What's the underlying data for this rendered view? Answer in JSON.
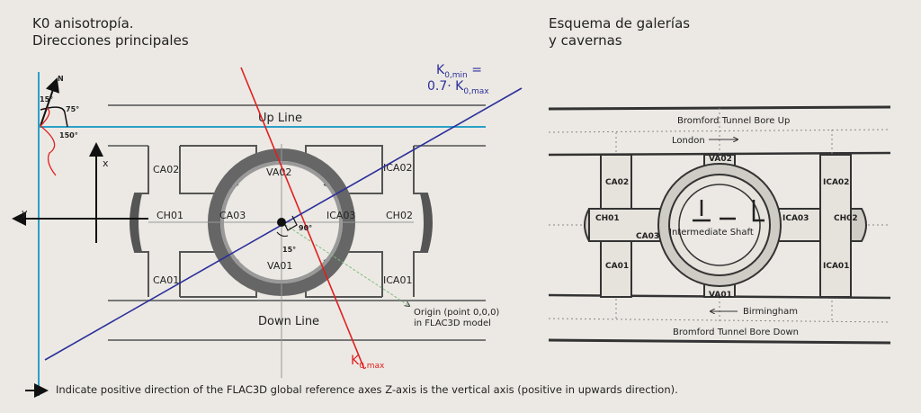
{
  "left_panel": {
    "title_line1": "K0 anisotropía.",
    "title_line2": "Direcciones principales",
    "compass": {
      "north": "N",
      "angle_15": "15°",
      "angle_75": "75°",
      "angle_150": "150°"
    },
    "axes": {
      "x": "x",
      "y": "y"
    },
    "labels": {
      "up_line": "Up Line",
      "down_line": "Down Line",
      "ca02": "CA02",
      "ca01": "CA01",
      "ca03": "CA03",
      "ch01": "CH01",
      "ch02": "CH02",
      "va02": "VA02",
      "va01": "VA01",
      "ica02": "ICA02",
      "ica01": "ICA01",
      "ica03": "ICA03",
      "angle_90": "90°",
      "angle_15": "15°",
      "origin_line1": "Origin (point 0,0,0)",
      "origin_line2": "in FLAC3D model"
    },
    "k0_min": {
      "k": "K",
      "sub1": "0,min",
      "eq": " =",
      "line2_prefix": "0.7· K",
      "sub2": "0,max"
    },
    "k0_max": {
      "k": "K",
      "sub": "0,max"
    },
    "colors": {
      "kmin": "#2b2f9a",
      "kmax": "#e02020",
      "ref": "#2aa0c8"
    }
  },
  "right_panel": {
    "title_line1": "Esquema de galerías",
    "title_line2": "y cavernas",
    "labels": {
      "bore_up": "Bromford Tunnel Bore Up",
      "bore_down": "Bromford Tunnel Bore Down",
      "london": "London",
      "birmingham": "Birmingham",
      "shaft": "Intermediate Shaft",
      "ca02": "CA02",
      "ca01": "CA01",
      "ca03": "CA03",
      "ch01": "CH01",
      "ch02": "CH02",
      "va02": "VA02",
      "va01": "VA01",
      "ica02": "ICA02",
      "ica01": "ICA01",
      "ica03": "ICA03"
    }
  },
  "footer": {
    "note": "Indicate positive direction of the FLAC3D global reference axes Z-axis is the vertical axis (positive in upwards direction)."
  }
}
